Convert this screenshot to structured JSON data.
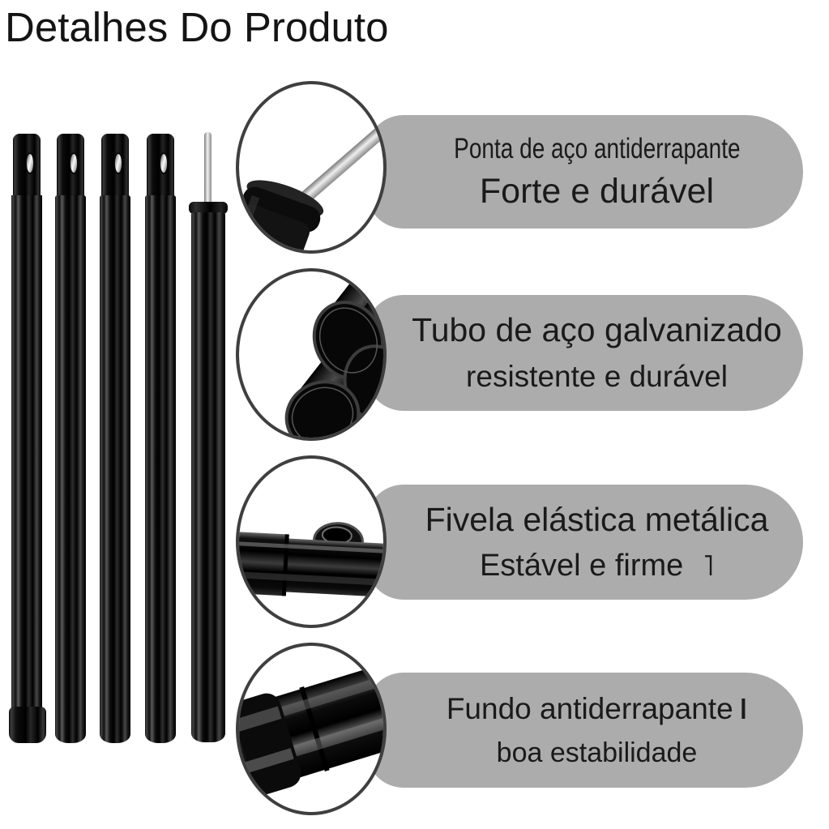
{
  "title": "Detalhes Do Produto",
  "colors": {
    "banner": "#acacac",
    "ring": "#3f3f3f",
    "ink": "#1a1a1a"
  },
  "product_photos": {
    "poles": "five-black-tent-poles",
    "callout1": "steel-tip-closeup-photo",
    "callout2": "tube-open-ends-closeup-photo",
    "callout3": "elastic-buckle-closeup-photo",
    "callout4": "bottom-cap-closeup-photo"
  },
  "callouts": [
    {
      "line1": "Ponta de aço antiderrapante",
      "line2": "Forte e durável"
    },
    {
      "line1": "Tubo de aço galvanizado",
      "line2": "resistente e durável"
    },
    {
      "line1": "Fivela elástica metálica",
      "line2": "Estável e firme",
      "line2_mark": "˥"
    },
    {
      "line1": "Fundo antiderrapante",
      "line1_mark": "ǀ",
      "line2": "boa estabilidade"
    }
  ]
}
